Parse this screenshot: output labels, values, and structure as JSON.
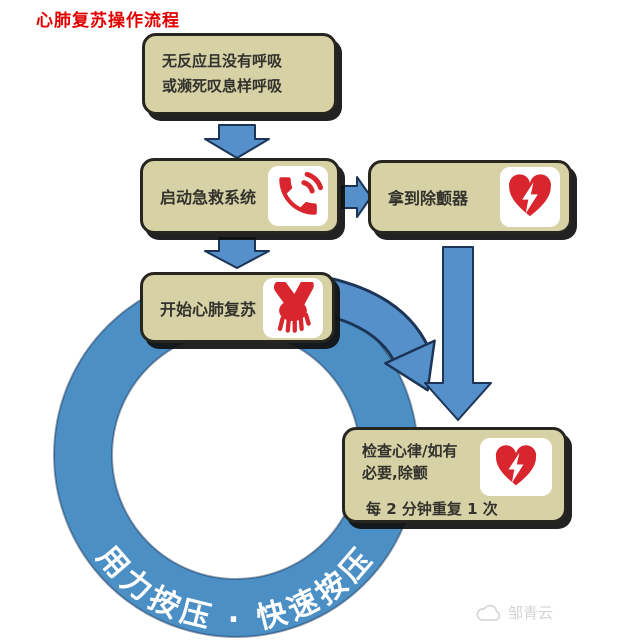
{
  "page": {
    "title": "心肺复苏操作流程"
  },
  "boxes": {
    "assess": {
      "line1": "无反应且没有呼吸",
      "line2": "或濒死叹息样呼吸"
    },
    "activate": {
      "label": "启动急救系统",
      "icon": "phone-icon"
    },
    "defibrillator": {
      "label": "拿到除颤器",
      "icon": "aed-heart-icon"
    },
    "start_cpr": {
      "label": "开始心肺复苏",
      "icon": "compression-hands-icon"
    },
    "check_rhythm": {
      "line1": "检查心律/如有",
      "line2": "必要,除颤",
      "line3": "每 2 分钟重复 1 次",
      "icon": "aed-heart-icon"
    }
  },
  "cycle": {
    "label": "用力按压 · 快速按压"
  },
  "watermark": {
    "text": "邹青云"
  },
  "colors": {
    "box_fill": "#d6d2a6",
    "box_border": "#26251f",
    "box_text": "#33322c",
    "arrow_blue": "#5590cb",
    "ring_blue": "#4c8fc5",
    "outline_navy": "#1c3557",
    "icon_red": "#d9252e",
    "title_red": "#e00000",
    "watermark_gray": "#d4d4d4"
  }
}
